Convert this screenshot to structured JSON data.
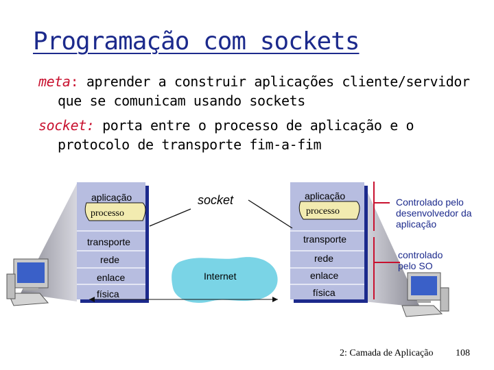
{
  "title": "Programação com sockets",
  "bullets": {
    "goal_term": "meta",
    "goal_colon": ":",
    "goal_line1": " aprender a construir aplicações cliente/servidor",
    "goal_line2": "que se comunicam usando sockets",
    "socket_term": "socket:",
    "socket_line1": " porta entre o processo de aplicação e o",
    "socket_line2": "protocolo de transporte fim-a-fim"
  },
  "diagram": {
    "left_host": {
      "app": "aplicação",
      "process": "processo",
      "transport": "transporte",
      "network": "rede",
      "link": "enlace",
      "physical": "física"
    },
    "right_host": {
      "app": "aplicação",
      "process": "processo",
      "transport": "transporte",
      "network": "rede",
      "link": "enlace",
      "physical": "física"
    },
    "socket_label": "socket",
    "internet_label": "Internet",
    "dev_controlled": "Controlado pelo desenvolvedor da aplicação",
    "os_controlled": "controlado pelo SO"
  },
  "footer": {
    "chapter": "2: Camada de Aplicação",
    "page": "108"
  }
}
